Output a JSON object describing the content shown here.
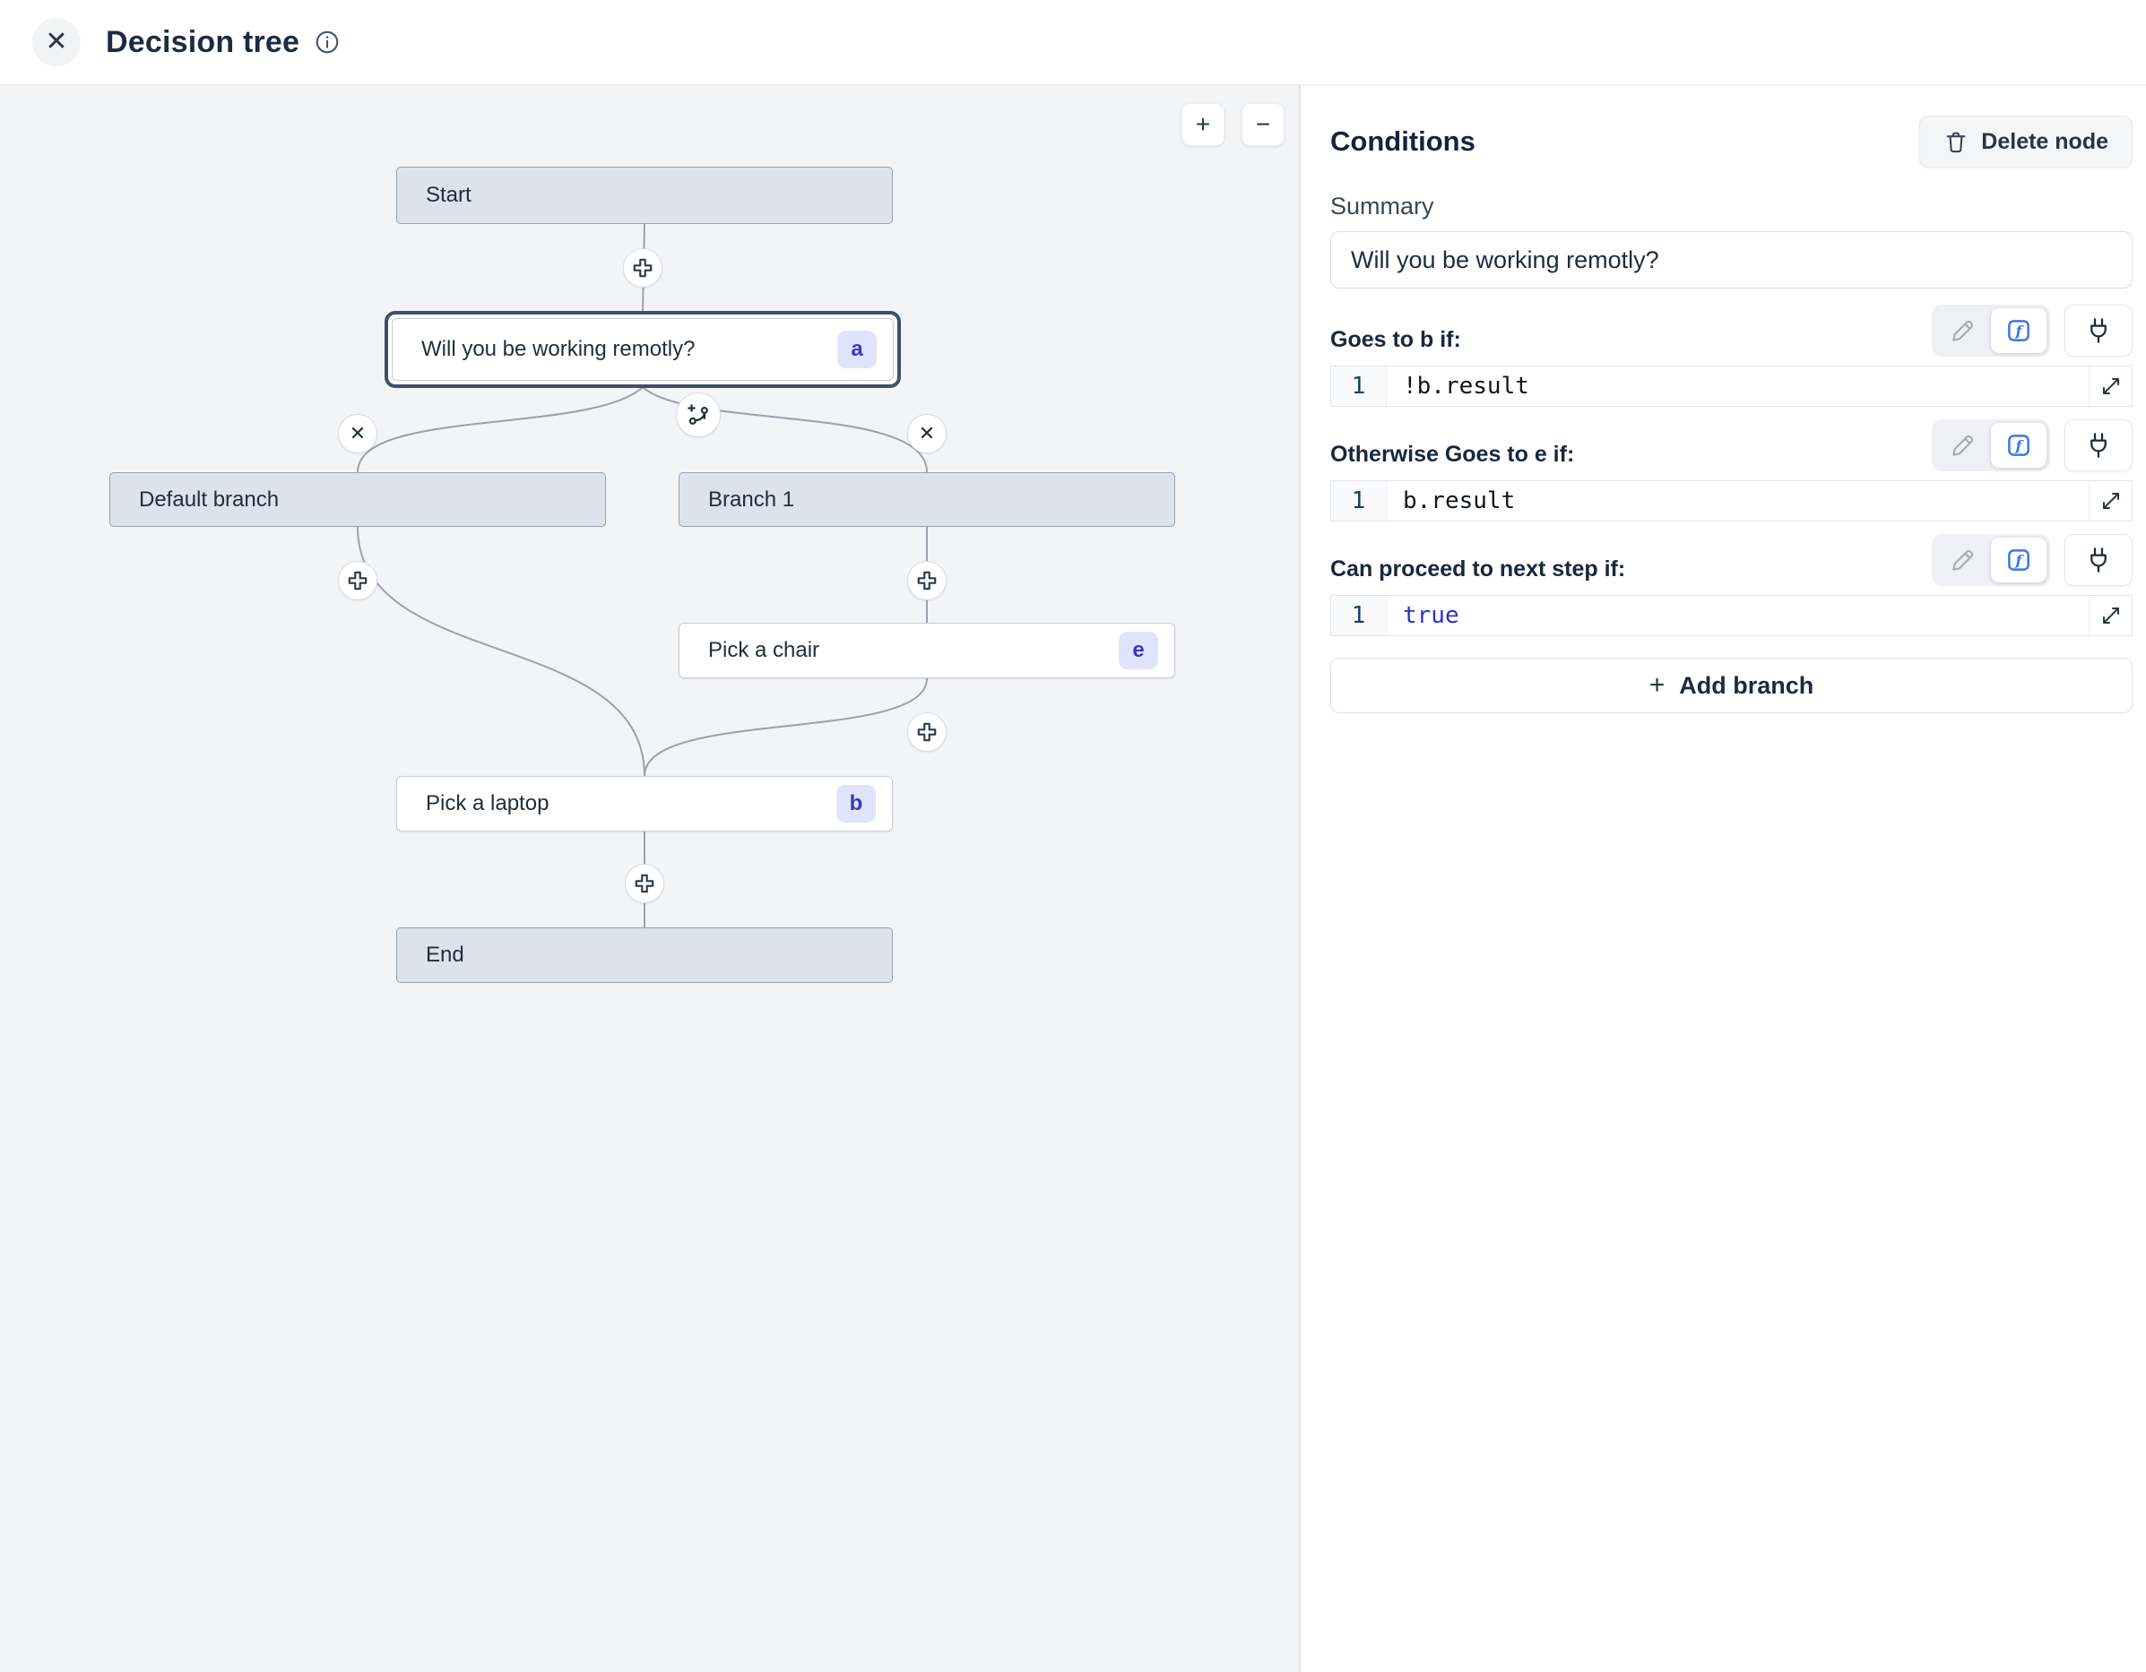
{
  "header": {
    "title": "Decision tree"
  },
  "icons": {
    "close": "✕",
    "zoom_in": "+",
    "zoom_out": "−",
    "add_branch_plus": "+"
  },
  "canvas": {
    "nodes": {
      "start": {
        "label": "Start"
      },
      "question": {
        "label": "Will you be working remotly?",
        "badge": "a"
      },
      "default_branch": {
        "label": "Default branch"
      },
      "branch_1": {
        "label": "Branch 1"
      },
      "pick_chair": {
        "label": "Pick a chair",
        "badge": "e"
      },
      "pick_laptop": {
        "label": "Pick a laptop",
        "badge": "b"
      },
      "end": {
        "label": "End"
      }
    }
  },
  "panel": {
    "title": "Conditions",
    "delete_node_label": "Delete node",
    "summary_label": "Summary",
    "summary_value": "Will you be working remotly?",
    "sections": [
      {
        "label": "Goes to b if:",
        "line_number": "1",
        "code": "!b.result"
      },
      {
        "label": "Otherwise Goes to e if:",
        "line_number": "1",
        "code": "b.result"
      },
      {
        "label": "Can proceed to next step if:",
        "line_number": "1",
        "code": "true"
      }
    ],
    "add_branch_label": "Add branch"
  },
  "colors": {
    "canvas_bg": "#f3f4f6",
    "node_gray": "#dce3ea",
    "badge_bg": "#e0e4fb",
    "badge_text": "#3838c0",
    "keyword_blue": "#2b2fd4",
    "fx_blue": "#3b78e7",
    "selected_ring": "#3f5068"
  }
}
